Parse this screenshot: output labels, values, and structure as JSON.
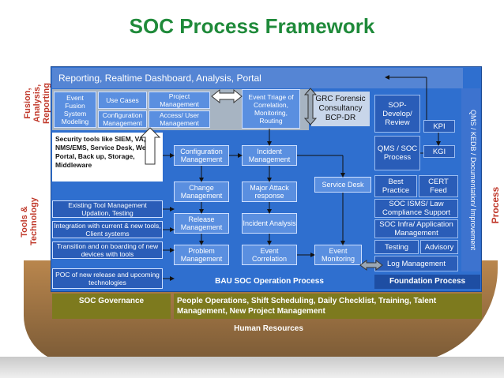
{
  "title": "SOC Process Framework",
  "side_labels": {
    "fusion": [
      "Fusion,",
      "Analysis,",
      "Reporting"
    ],
    "tools": [
      "Tools &",
      "Technology"
    ],
    "process": "Process"
  },
  "reporting_header": "Reporting, Realtime Dashboard, Analysis, Portal",
  "top_cells": {
    "event_fusion": "Event Fusion System Modeling",
    "use_cases": "Use Cases",
    "configuration_management": "Configuration Management",
    "project_management": "Project Management",
    "access_user_management": "Access/ User Management",
    "event_triage": "Event Triage of Correlation, Monitoring, Routing"
  },
  "grc": "GRC Forensic Consultancy BCP-DR",
  "soc_develop": "SOP- Develop/ Review",
  "qms_soc": "QMS / SOC Process",
  "kpi": "KPI",
  "kgi": "KGI",
  "best_practice": "Best Practice",
  "cert_feed": "CERT Feed",
  "soc_isms": "SOC ISMS/ Law Compliance Support",
  "soc_infra": "SOC Infra/ Application Management",
  "testing": "Testing",
  "advisory": "Advisory",
  "log_management": "Log Management",
  "qms_vertical": "QMS / KEDB / Documentation/ Improvement",
  "security_tools": "Security tools like SIEM, VA, NMS/EMS, Service Desk, Web Portal, Back up, Storage, Middleware",
  "tools_list": [
    "Existing Tool Management Updation, Testing",
    "Integration with current & new tools, Client systems",
    "Transition and on boarding of new devices with tools",
    "POC of new release and upcoming technologies"
  ],
  "process_boxes": {
    "configuration_management": "Configuration Management",
    "incident_management": "Incident Management",
    "change_management": "Change Management",
    "major_attack": "Major Attack response",
    "service_desk": "Service Desk",
    "release_management": "Release Management",
    "incident_analysis": "Incident Analysis",
    "problem_management": "Problem Management",
    "event_correlation": "Event Correlation",
    "event_monitoring": "Event Monitoring"
  },
  "bau_label": "BAU SOC Operation Process",
  "foundation_label": "Foundation Process",
  "governance": "SOC Governance",
  "people_ops": "People Operations, Shift Scheduling, Daily Checklist, Training, Talent Management, New Project Management",
  "human_resources": "Human Resources",
  "colors": {
    "title": "#1f8a3a",
    "side_label": "#c0392b",
    "panel_blue": "#2f6fcf",
    "olive": "#7d7a1e"
  }
}
